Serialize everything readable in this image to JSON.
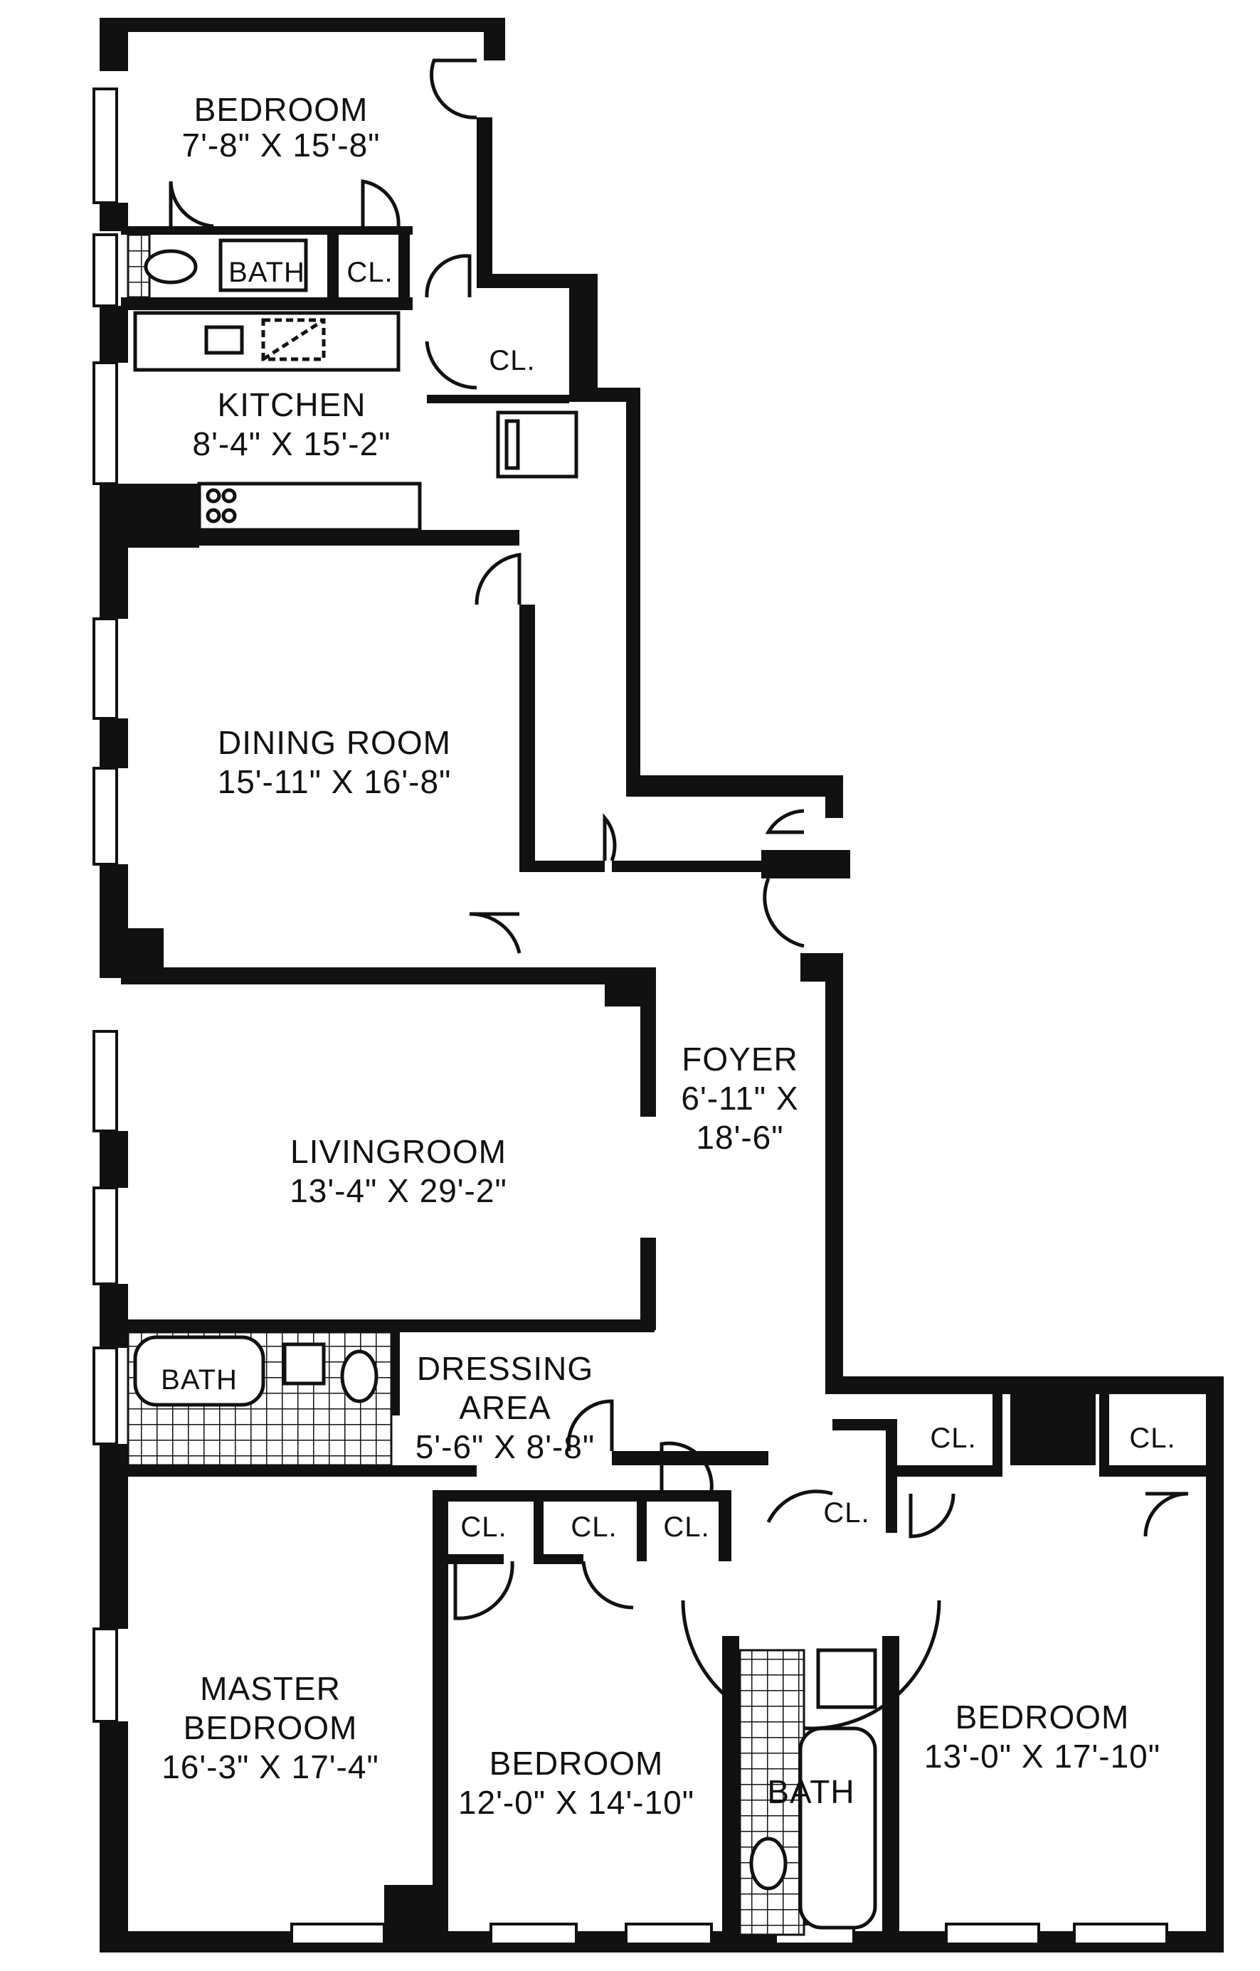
{
  "rooms": {
    "bedroom_top": {
      "name": "BEDROOM",
      "dims": "7'-8\" X 15'-8\""
    },
    "bath_top": {
      "name": "BATH"
    },
    "cl_top": {
      "name": "CL."
    },
    "cl_kitchen": {
      "name": "CL."
    },
    "kitchen": {
      "name": "KITCHEN",
      "dims": "8'-4\" X 15'-2\""
    },
    "dining": {
      "name": "DINING ROOM",
      "dims": "15'-11\" X 16'-8\""
    },
    "foyer": {
      "name": "FOYER",
      "dims_line1": "6'-11\" X",
      "dims_line2": "18'-6\""
    },
    "living": {
      "name": "LIVINGROOM",
      "dims": "13'-4\" X 29'-2\""
    },
    "bath_master": {
      "name": "BATH"
    },
    "dressing": {
      "name_line1": "DRESSING",
      "name_line2": "AREA",
      "dims": "5'-6\" X 8'-8\""
    },
    "master": {
      "name_line1": "MASTER",
      "name_line2": "BEDROOM",
      "dims": "16'-3\" X 17'-4\""
    },
    "bedroom_mid": {
      "name": "BEDROOM",
      "dims": "12'-0\" X 14'-10\""
    },
    "bath_lower": {
      "name": "BATH"
    },
    "bedroom_right": {
      "name": "BEDROOM",
      "dims": "13'-0\" X 17'-10\""
    },
    "closets": [
      "CL.",
      "CL.",
      "CL.",
      "CL.",
      "CL.",
      "CL."
    ]
  }
}
